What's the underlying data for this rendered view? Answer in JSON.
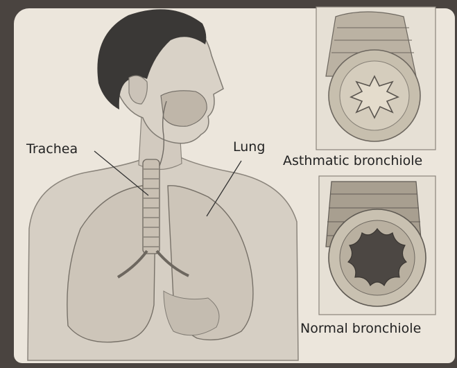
{
  "labels": {
    "trachea": "Trachea",
    "lung": "Lung",
    "asthmatic": "Asthmatic bronchiole",
    "normal": "Normal bronchiole"
  },
  "colors": {
    "frame": "#4a4440",
    "paper": "#ece6dc",
    "hair": "#3a3836",
    "skin": "#cfc7bc",
    "line": "#6a655e",
    "bronchiole_wall": "#c7bfae",
    "asthma_lumen": "#e4dccc",
    "normal_lumen": "#4c4743"
  }
}
